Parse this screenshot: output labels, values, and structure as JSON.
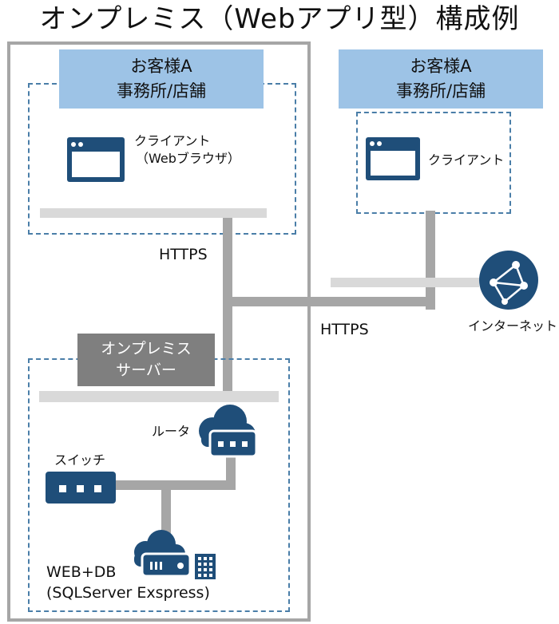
{
  "title": "オンプレミス（Webアプリ型）構成例",
  "left_site": {
    "label_line1": "お客様A",
    "label_line2": "事務所/店舗",
    "client_line1": "クライアント",
    "client_line2": "（Webブラウザ）"
  },
  "right_site": {
    "label_line1": "お客様A",
    "label_line2": "事務所/店舗",
    "client": "クライアント"
  },
  "links": {
    "https_left": "HTTPS",
    "https_middle": "HTTPS"
  },
  "internet": "インターネット",
  "server": {
    "label_line1": "オンプレミス",
    "label_line2": "サーバー",
    "router": "ルータ",
    "switch": "スイッチ",
    "webdb_line1": "WEB+DB",
    "webdb_line2": "(SQLServer Exspress)"
  },
  "colors": {
    "site_label_bg": "#9dc3e6",
    "server_label_bg": "#7f7f7f",
    "icon_navy": "#1f4e79",
    "dashed_border": "#4a7ea8",
    "cable_dark": "#a6a6a6",
    "cable_light": "#d9d9d9"
  }
}
